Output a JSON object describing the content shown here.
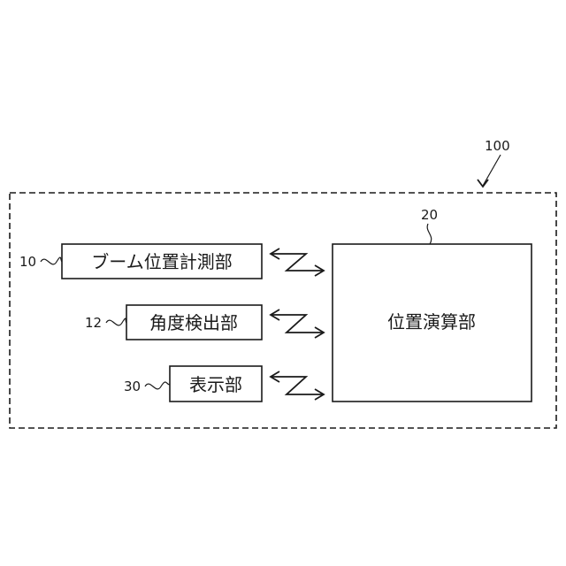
{
  "system": {
    "ref": "100"
  },
  "position_calculator": {
    "ref": "20",
    "label": "位置演算部"
  },
  "boom_position_measurement": {
    "ref": "10",
    "label": "ブーム位置計測部"
  },
  "angle_detector": {
    "ref": "12",
    "label": "角度検出部"
  },
  "display": {
    "ref": "30",
    "label": "表示部"
  }
}
